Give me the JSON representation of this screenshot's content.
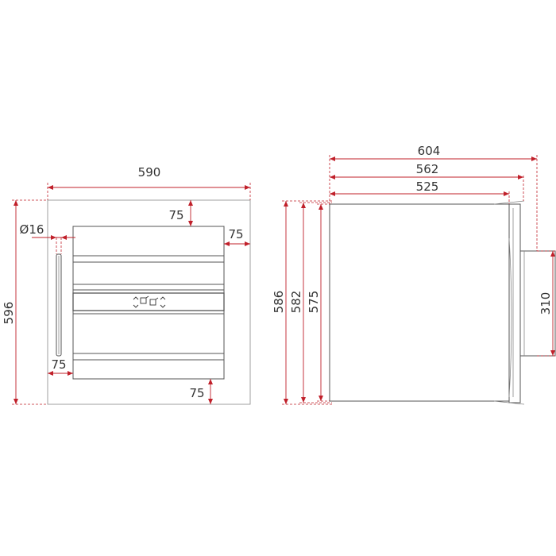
{
  "front_view": {
    "width": "590",
    "height": "596",
    "top_margin": "75",
    "right_margin": "75",
    "handle_diameter": "Ø16",
    "left_margin": "75",
    "bottom_margin": "75"
  },
  "side_view": {
    "depth_total": "604",
    "depth_mid": "562",
    "depth_body": "525",
    "height_outer": "586",
    "height_mid": "582",
    "height_inner": "575",
    "duct_height": "310"
  },
  "colors": {
    "dimension": "#c0202a",
    "outline": "#555555",
    "text": "#333333"
  }
}
